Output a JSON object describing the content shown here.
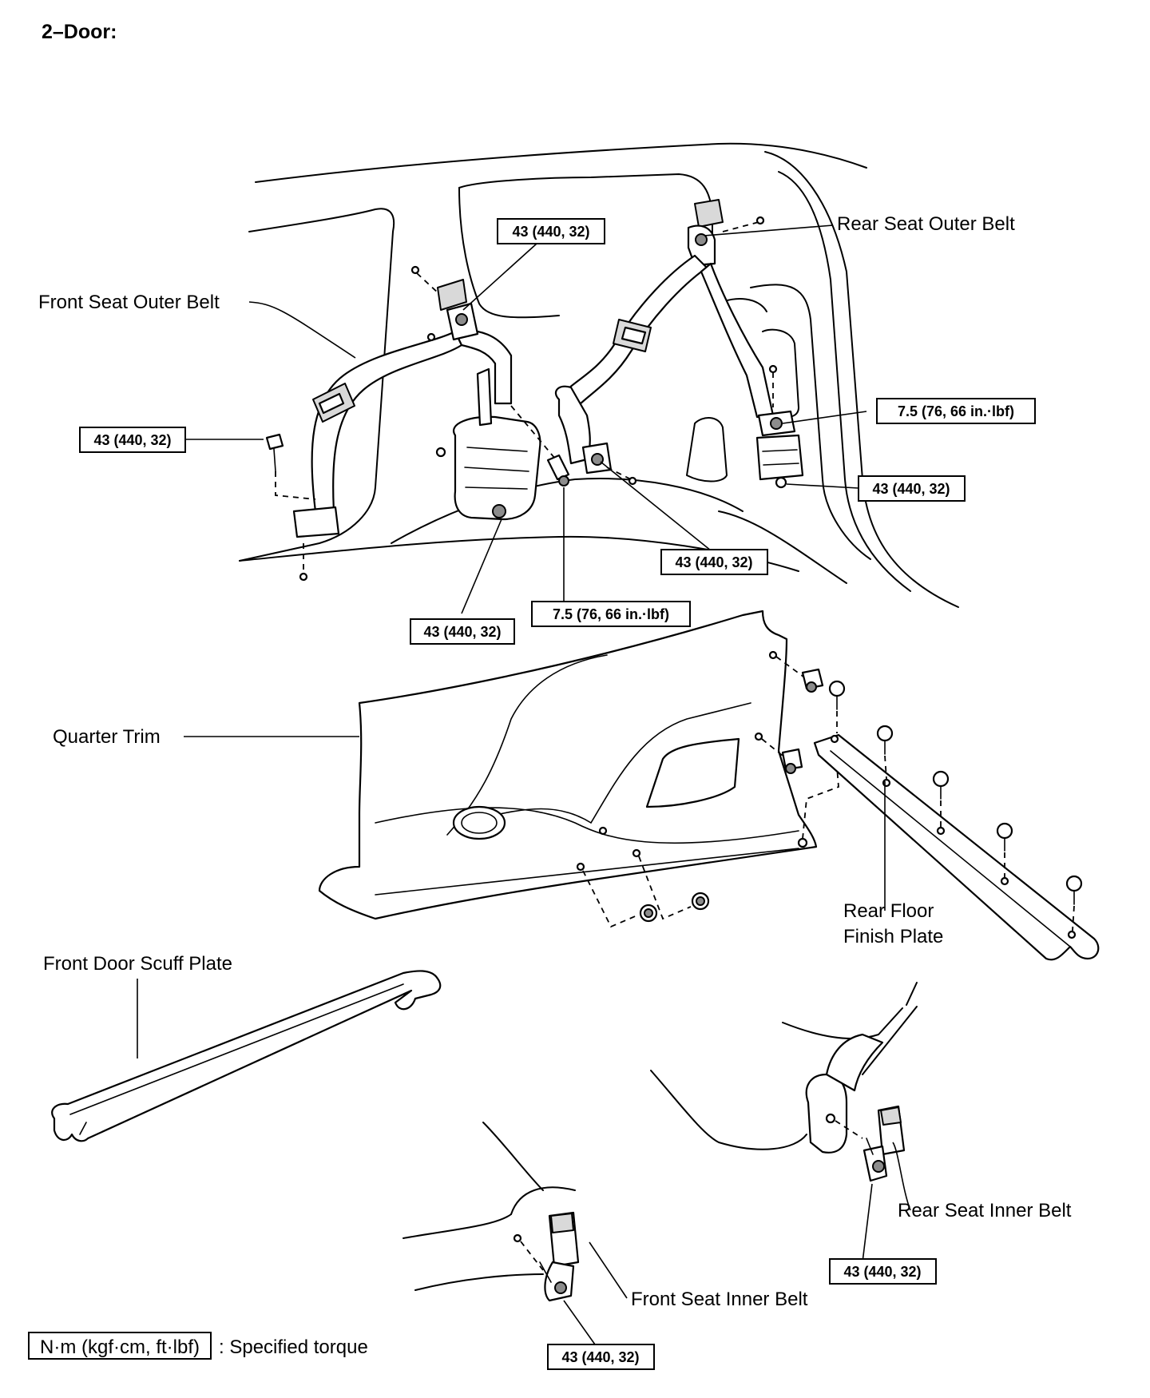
{
  "heading": "2–Door:",
  "parts": {
    "front_seat_outer_belt": "Front Seat Outer Belt",
    "rear_seat_outer_belt": "Rear Seat Outer Belt",
    "quarter_trim": "Quarter Trim",
    "rear_floor_finish_plate_line1": "Rear Floor",
    "rear_floor_finish_plate_line2": "Finish Plate",
    "front_door_scuff_plate": "Front Door Scuff Plate",
    "rear_seat_inner_belt": "Rear Seat Inner Belt",
    "front_seat_inner_belt": "Front Seat Inner Belt"
  },
  "torque": {
    "front_outer_upper": "43 (440, 32)",
    "front_outer_lower": "43 (440, 32)",
    "front_outer_retractor": "43 (440, 32)",
    "center_bolt": "7.5 (76, 66 in.·lbf)",
    "rear_outer_lower_anchor": "43 (440, 32)",
    "rear_outer_retractor_bolt": "7.5 (76, 66 in.·lbf)",
    "rear_outer_retractor": "43 (440, 32)",
    "rear_inner_belt": "43 (440, 32)",
    "front_inner_belt": "43 (440, 32)"
  },
  "legend": {
    "unit_box": "N·m (kgf·cm, ft·lbf)",
    "description": ": Specified torque"
  }
}
